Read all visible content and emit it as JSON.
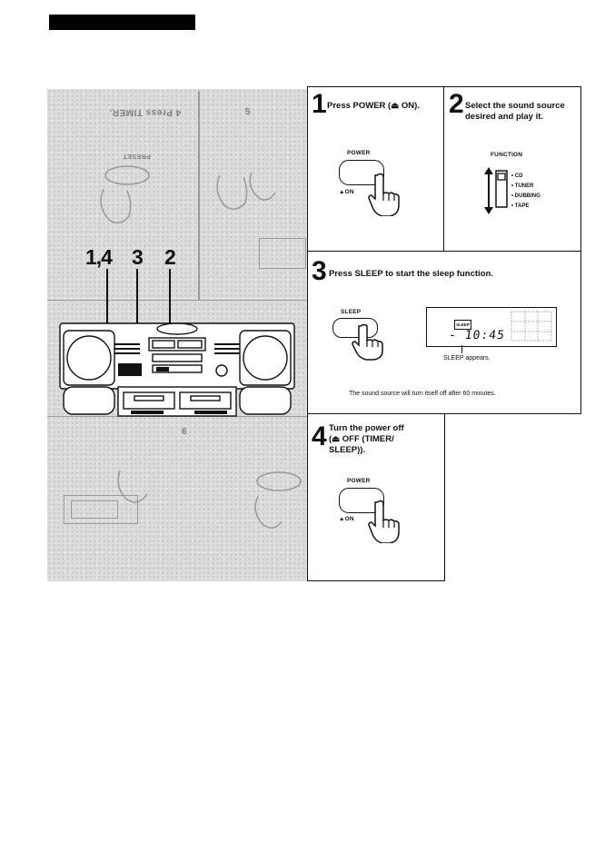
{
  "illustration": {
    "callouts": [
      "1,4",
      "3",
      "2"
    ],
    "ghost_labels": [
      "4 Press TIMER.",
      "PRESET",
      "5",
      "6"
    ]
  },
  "steps": [
    {
      "number": "1",
      "text": "Press POWER (⏏ ON).",
      "button_label": "POWER",
      "button_sub": "▲ON"
    },
    {
      "number": "2",
      "text": "Select the sound source desired and play it.",
      "label": "FUNCTION",
      "options": [
        "CD",
        "TUNER",
        "DUBBING",
        "TAPE"
      ]
    },
    {
      "number": "3",
      "text": "Press SLEEP to start the sleep function.",
      "button_label": "SLEEP",
      "display_indicator": "SLEEP",
      "display_time": "- 10:45",
      "display_caption": "SLEEP appears.",
      "note": "The sound source will turn itself off after 60 minutes."
    },
    {
      "number": "4",
      "text": "Turn the power off (⏏ OFF (TIMER/ SLEEP)).",
      "button_label": "POWER",
      "button_sub": "▲ON"
    }
  ]
}
